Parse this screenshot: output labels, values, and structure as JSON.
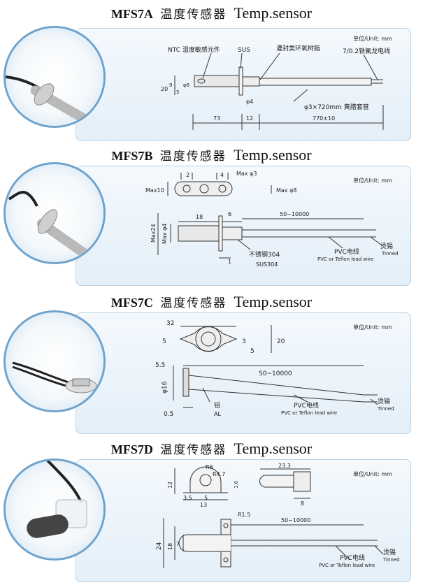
{
  "unit_label": "单位/Unit: mm",
  "title_cn": "温度传感器",
  "title_en": "Temp.sensor",
  "sections": [
    {
      "code": "MFS7A",
      "labels": {
        "ntc": "NTC 温度敏感元件",
        "sus": "SUS",
        "epoxy": "灌封类环氧树脂",
        "wire": "7/0.2铁氟龙电线",
        "d4": "φ4",
        "tube": "φ3×720mm 黄腊套管",
        "dim20": "20",
        "dim9": "9",
        "dim5": "5",
        "dim6": "φ6",
        "dim73": "73",
        "dim12": "12",
        "dim770": "770±10"
      }
    },
    {
      "code": "MFS7B",
      "labels": {
        "dim2": "2",
        "dim4": "4",
        "maxd3": "Max φ3",
        "max10": "Max10",
        "maxd8": "Max φ8",
        "dim18": "18",
        "dim6": "6",
        "len": "50~10000",
        "max24": "Max24",
        "maxd4": "Max φ4",
        "sus_cn": "不锈钢304",
        "sus304": "SUS304",
        "dim1": "1",
        "pvc": "PVC电线",
        "pvc_en": "PVC or Teflon lead wire",
        "tin_cn": "烫锡",
        "tin_en": "Tinned"
      }
    },
    {
      "code": "MFS7C",
      "labels": {
        "dim32": "32",
        "dim5a": "5",
        "dim3": "3",
        "dim5b": "5",
        "dim20": "20",
        "dim55": "5.5",
        "len": "50~10000",
        "d16": "φ16",
        "al_cn": "铝",
        "al": "AL",
        "dim05": "0.5",
        "pvc": "PVC电线",
        "pvc_en": "PVC or Teflon lead wire",
        "tin_cn": "烫锡",
        "tin_en": "Tinned"
      }
    },
    {
      "code": "MFS7D",
      "labels": {
        "r6": "R6",
        "r47": "R4.7",
        "dim12": "12",
        "dim16": "1.6",
        "dim35": "3.5",
        "dim5": "5",
        "dim13": "13",
        "dim233": "23.3",
        "dim8": "8",
        "r15": "R1.5",
        "len": "50~10000",
        "dim24": "24",
        "dim18": "18",
        "dim7": "7",
        "pvc": "PVC电线",
        "pvc_en": "PVC or Teflon lead wire",
        "tin_cn": "烫锡",
        "tin_en": "Tinned"
      }
    }
  ]
}
